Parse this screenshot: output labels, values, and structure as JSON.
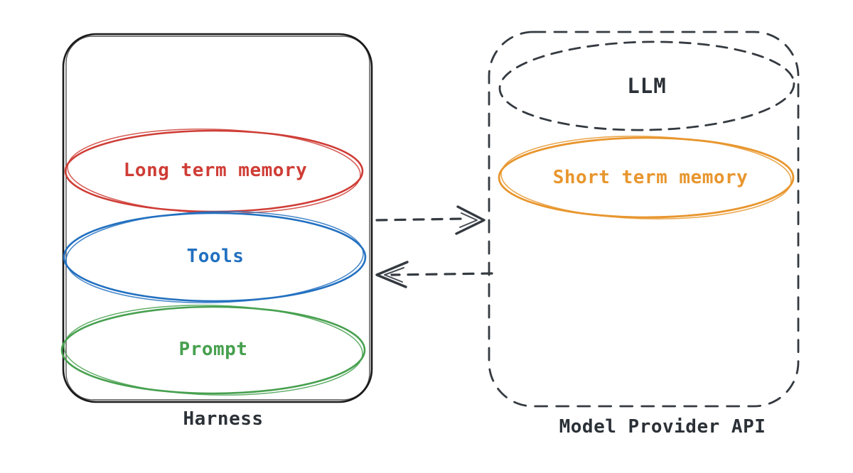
{
  "colors": {
    "ink": "#1a1a1a",
    "dashed_ink": "#343a40",
    "red": "#cf3d36",
    "blue": "#2270c0",
    "green": "#47a04f",
    "orange": "#e8962e",
    "background": "#ffffff"
  },
  "harness": {
    "caption": "Harness",
    "components": [
      {
        "id": "long-term-memory",
        "label": "Long term memory",
        "color": "#cf3d36"
      },
      {
        "id": "tools",
        "label": "Tools",
        "color": "#2270c0"
      },
      {
        "id": "prompt",
        "label": "Prompt",
        "color": "#47a04f"
      }
    ]
  },
  "model_provider": {
    "caption": "Model Provider API",
    "llm": {
      "label": "LLM",
      "color": "#343a40"
    },
    "short_term_memory": {
      "label": "Short term memory",
      "color": "#e8962e"
    }
  },
  "connections": [
    {
      "from": "Harness",
      "to": "Model Provider API",
      "style": "dashed",
      "direction": "right"
    },
    {
      "from": "Model Provider API",
      "to": "Harness",
      "style": "dashed",
      "direction": "left"
    }
  ]
}
